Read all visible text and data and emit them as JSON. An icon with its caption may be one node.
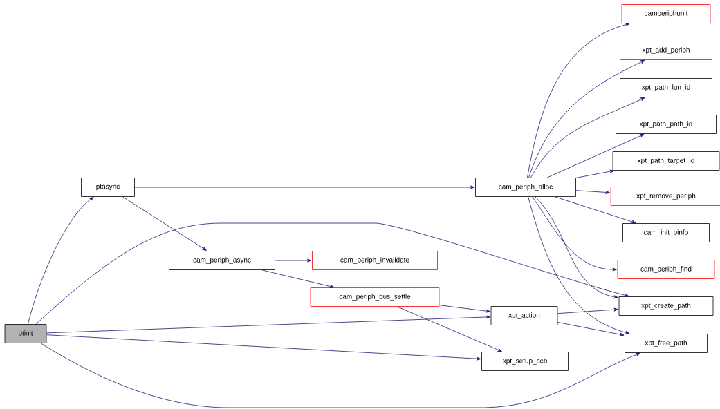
{
  "diagram": {
    "nodes": [
      {
        "text": [
          "ptinit"
        ]
      },
      {
        "text": [
          "ptasync"
        ]
      },
      {
        "text": [
          "cam_periph_async"
        ]
      },
      {
        "text": [
          "cam_periph_invalidate"
        ]
      },
      {
        "text": [
          "cam_periph_bus_settle"
        ]
      },
      {
        "text": [
          "cam_periph_alloc"
        ]
      },
      {
        "text": [
          "camperiphunit"
        ]
      },
      {
        "text": [
          "xpt_add_periph"
        ]
      },
      {
        "text": [
          "xpt_path_lun_id"
        ]
      },
      {
        "text": [
          "xpt_path_path_id"
        ]
      },
      {
        "text": [
          "xpt_path_target_id"
        ]
      },
      {
        "text": [
          "xpt_remove_periph"
        ]
      },
      {
        "text": [
          "cam_init_pinfo"
        ]
      },
      {
        "text": [
          "cam_periph_find"
        ]
      },
      {
        "text": [
          "xpt_create_path"
        ]
      },
      {
        "text": [
          "xpt_free_path"
        ]
      },
      {
        "text": [
          "xpt_action"
        ]
      },
      {
        "text": [
          "xpt_setup_ccb"
        ]
      }
    ],
    "edges": [
      {
        "from": 0,
        "to": 1,
        "arrow": "to"
      },
      {
        "from": 0,
        "to": 14,
        "arrow": "to"
      },
      {
        "from": 0,
        "to": 16,
        "arrow": "to"
      },
      {
        "from": 0,
        "to": 17,
        "arrow": "to"
      },
      {
        "from": 0,
        "to": 15,
        "arrow": "to"
      },
      {
        "from": 1,
        "to": 5,
        "arrow": "to"
      },
      {
        "from": 1,
        "to": 2,
        "arrow": "to"
      },
      {
        "from": 2,
        "to": 3,
        "arrow": "to"
      },
      {
        "from": 2,
        "to": 4,
        "arrow": "to"
      },
      {
        "from": 4,
        "to": 16,
        "arrow": "to"
      },
      {
        "from": 4,
        "to": 17,
        "arrow": "to"
      },
      {
        "from": 5,
        "to": 6,
        "arrow": "to"
      },
      {
        "from": 5,
        "to": 7,
        "arrow": "to"
      },
      {
        "from": 5,
        "to": 8,
        "arrow": "to"
      },
      {
        "from": 5,
        "to": 9,
        "arrow": "to"
      },
      {
        "from": 5,
        "to": 10,
        "arrow": "to"
      },
      {
        "from": 5,
        "to": 11,
        "arrow": "to"
      },
      {
        "from": 5,
        "to": 12,
        "arrow": "to"
      },
      {
        "from": 5,
        "to": 13,
        "arrow": "to"
      },
      {
        "from": 5,
        "to": 14,
        "arrow": "to"
      },
      {
        "from": 5,
        "to": 15,
        "arrow": "to"
      },
      {
        "from": 16,
        "to": 14,
        "arrow": "to"
      },
      {
        "from": 16,
        "to": 15,
        "arrow": "to"
      }
    ]
  }
}
